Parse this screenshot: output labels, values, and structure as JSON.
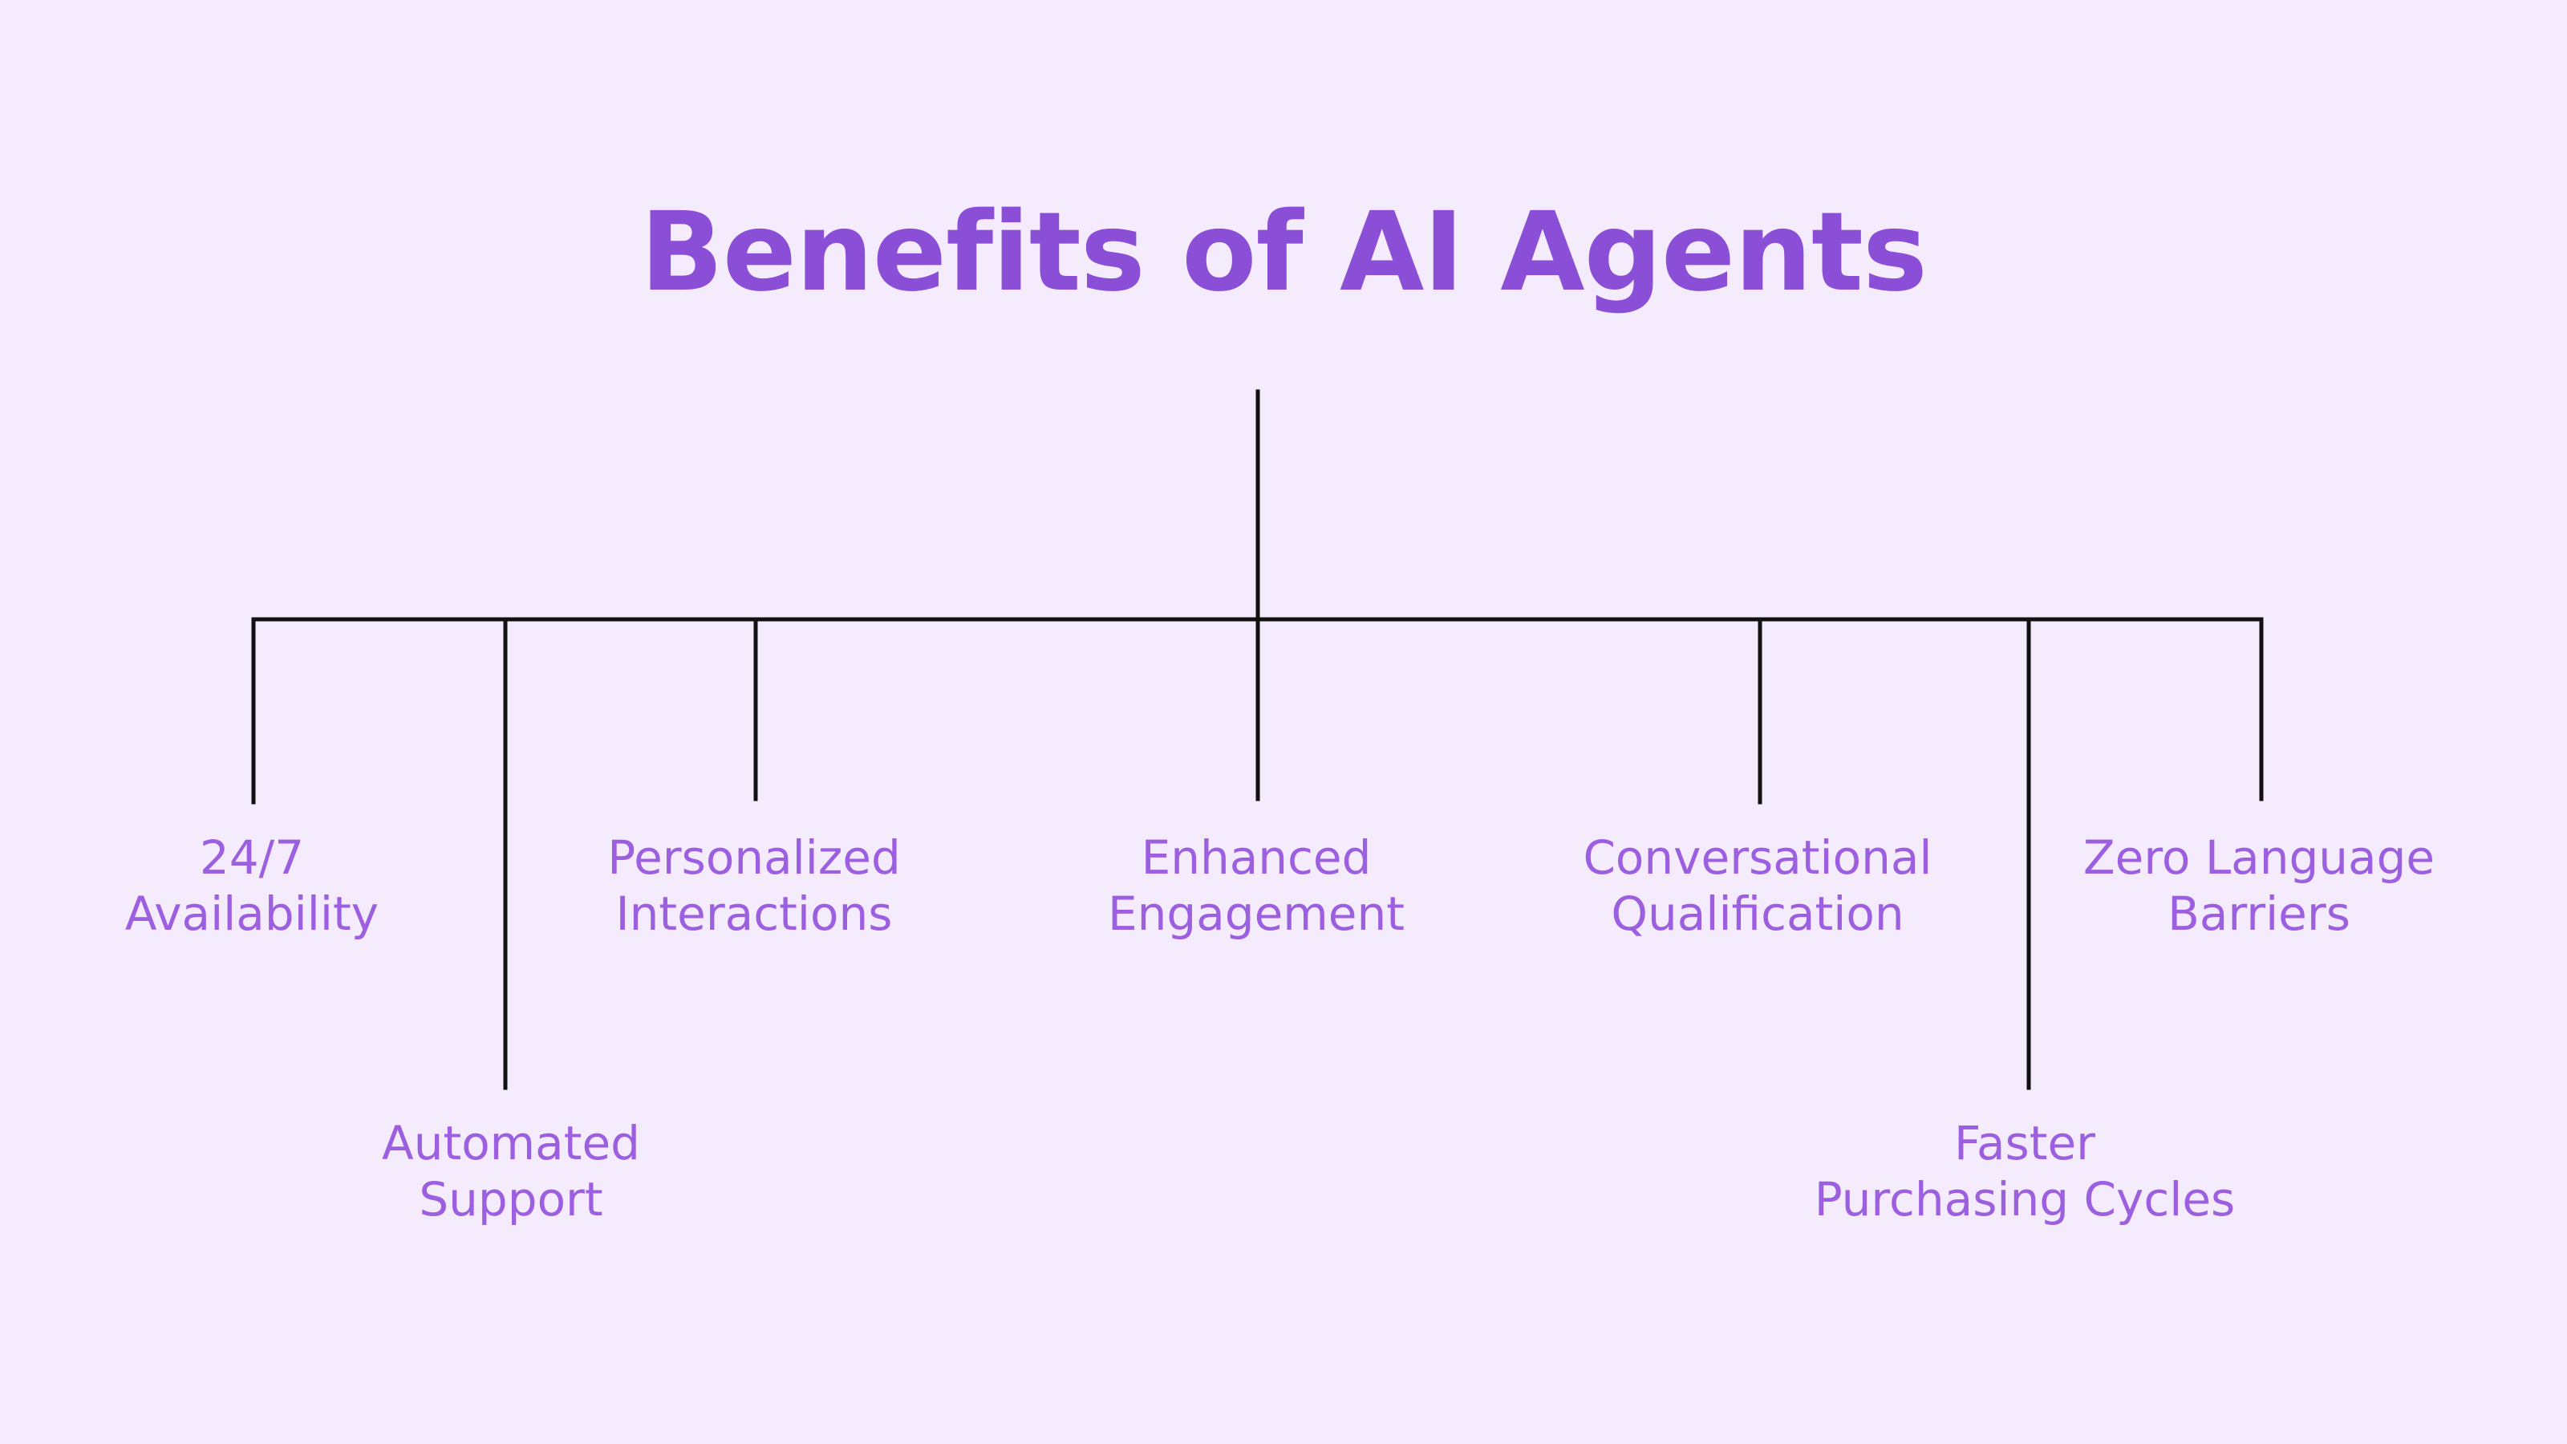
{
  "title": "Benefits of AI Agents",
  "colors": {
    "background": "#f4ebfd",
    "title": "#8a4fd6",
    "label": "#9b5fe0",
    "line": "#111111"
  },
  "nodes": [
    {
      "line1": "24/7",
      "line2": "Availability"
    },
    {
      "line1": "Automated",
      "line2": "Support"
    },
    {
      "line1": "Personalized",
      "line2": "Interactions"
    },
    {
      "line1": "Enhanced",
      "line2": "Engagement"
    },
    {
      "line1": "Conversational",
      "line2": "Qualification"
    },
    {
      "line1": "Faster",
      "line2": "Purchasing Cycles"
    },
    {
      "line1": "Zero Language",
      "line2": "Barriers"
    }
  ]
}
